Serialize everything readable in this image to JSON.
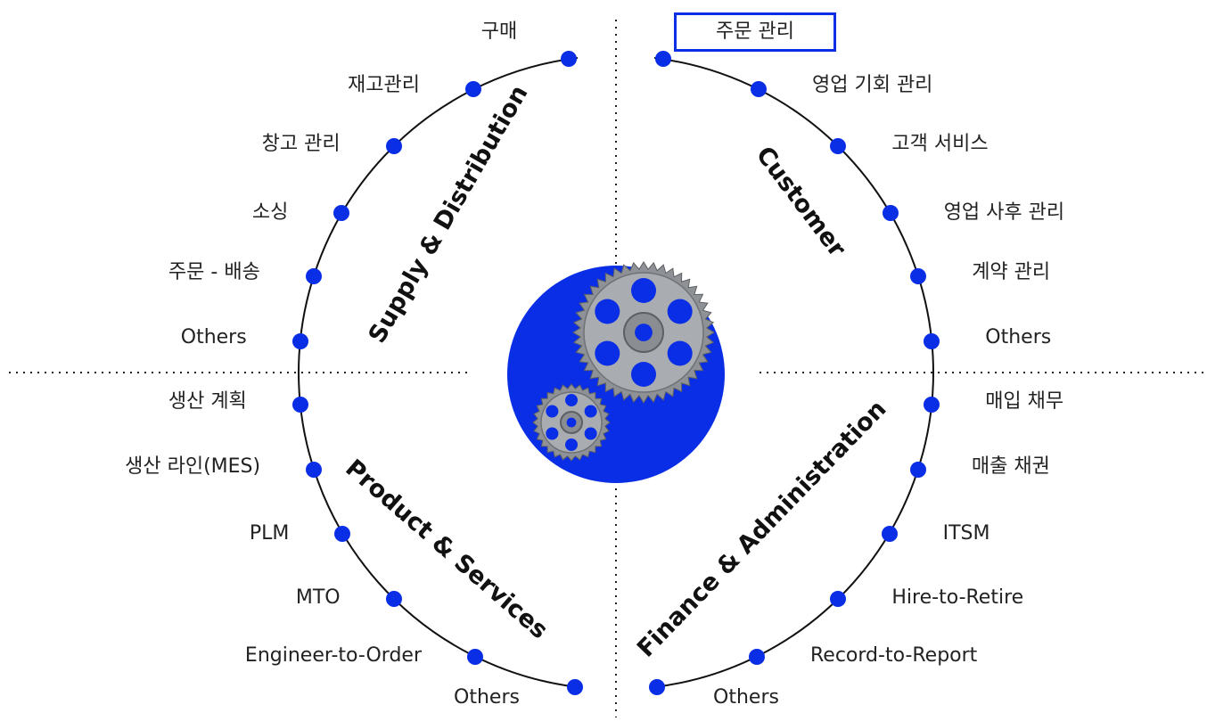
{
  "colors": {
    "accent": "#0a2ee6",
    "line": "#111111",
    "text": "#222222"
  },
  "quadrants": {
    "supply": {
      "title": "Supply & Distribution",
      "items": [
        "구매",
        "재고관리",
        "창고 관리",
        "소싱",
        "주문 - 배송",
        "Others"
      ]
    },
    "customer": {
      "title": "Customer",
      "items": [
        "주문 관리",
        "영업 기회 관리",
        "고객 서비스",
        "영업 사후 관리",
        "계약 관리",
        "Others"
      ],
      "selected_item": "주문 관리"
    },
    "product": {
      "title": "Product & Services",
      "items": [
        "생산 계획",
        "생산 라인(MES)",
        "PLM",
        "MTO",
        "Engineer-to-Order",
        "Others"
      ]
    },
    "finance": {
      "title": "Finance & Administration",
      "items": [
        "매입 채무",
        "매출 채권",
        "ITSM",
        "Hire-to-Retire",
        "Record-to-Report",
        "Others"
      ]
    }
  },
  "center": {
    "icon": "gears-icon"
  }
}
